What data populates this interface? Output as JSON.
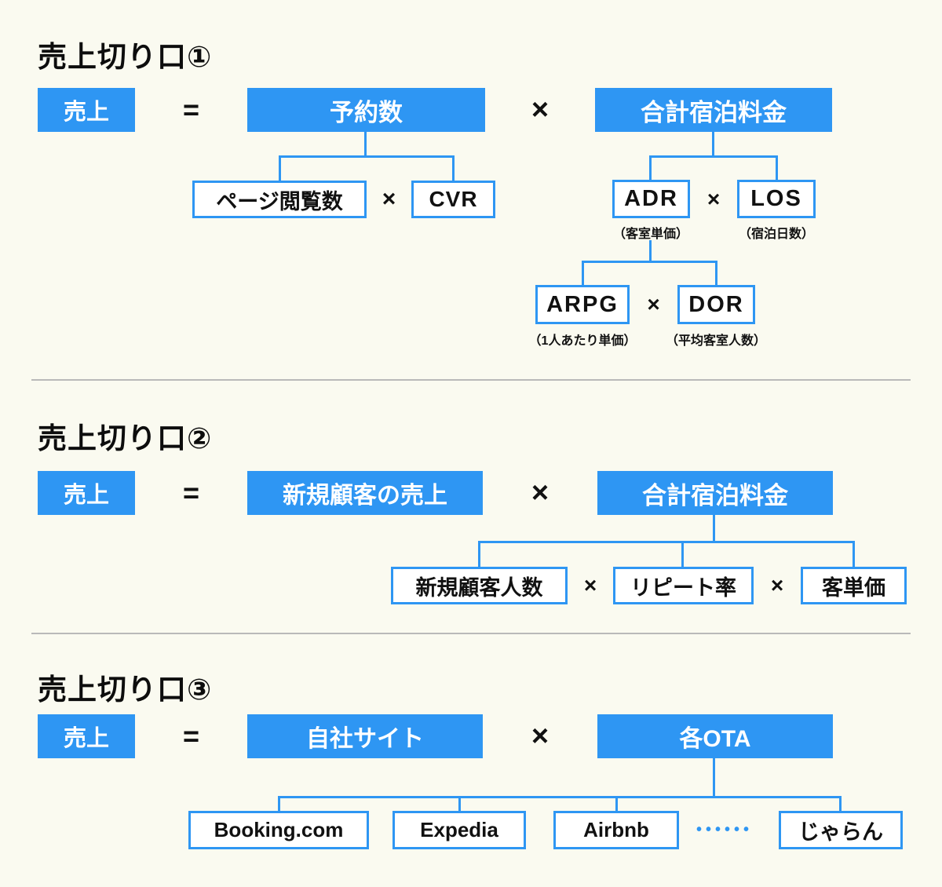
{
  "colors": {
    "accent_blue": "#2e96f3",
    "background": "#fafaf0",
    "divider_gray": "#b9b9b9",
    "text_black": "#111111",
    "box_text_white": "#ffffff"
  },
  "ops": {
    "equals": "=",
    "times": "×"
  },
  "sections": [
    {
      "title": "売上切り口①",
      "result": "売上",
      "factor1": "予約数",
      "factor2": "合計宿泊料金",
      "page_views": "ページ閲覧数",
      "cvr": "CVR",
      "adr": "ADR",
      "adr_note": "（客室単価）",
      "los": "LOS",
      "los_note": "（宿泊日数）",
      "arpg": "ARPG",
      "arpg_note": "（1人あたり単価）",
      "dor": "DOR",
      "dor_note": "（平均客室人数）"
    },
    {
      "title": "売上切り口②",
      "result": "売上",
      "factor1": "新規顧客の売上",
      "factor2": "合計宿泊料金",
      "child1": "新規顧客人数",
      "child2": "リピート率",
      "child3": "客単価"
    },
    {
      "title": "売上切り口③",
      "result": "売上",
      "factor1": "自社サイト",
      "factor2": "各OTA",
      "child1": "Booking.com",
      "child2": "Expedia",
      "child3": "Airbnb",
      "dots": "••••••",
      "child4": "じゃらん"
    }
  ]
}
